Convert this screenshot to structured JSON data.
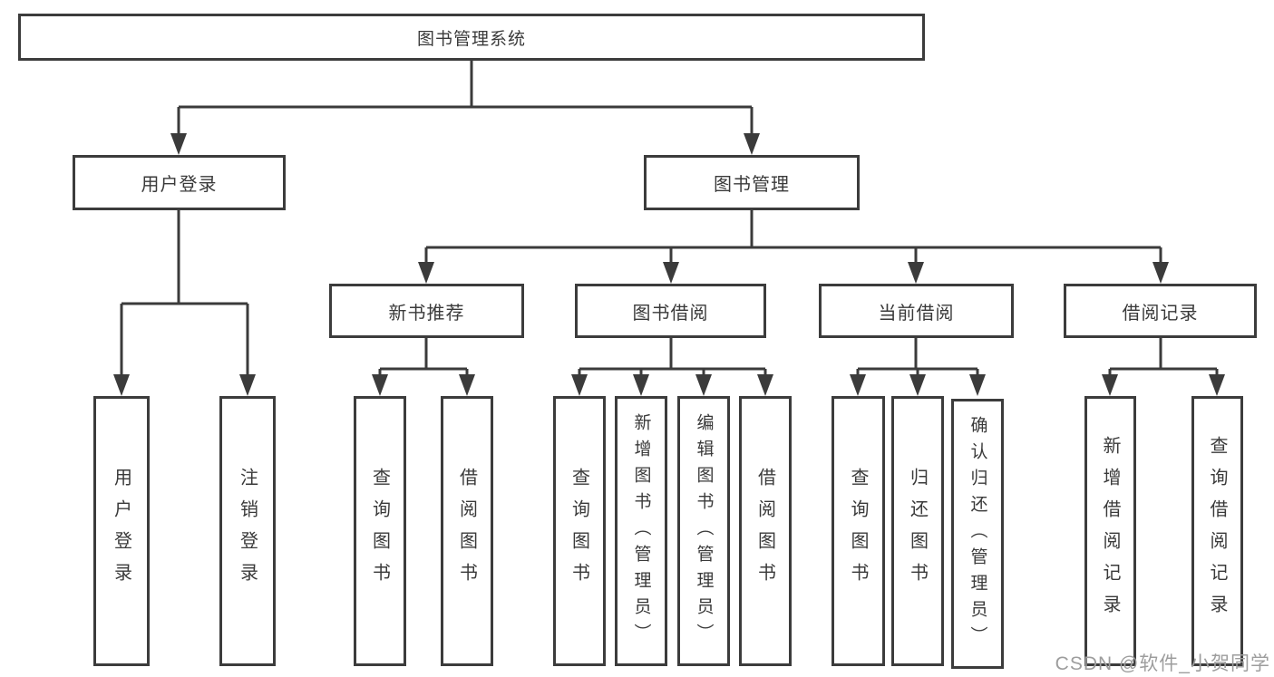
{
  "colors": {
    "line": "#3b3b3b",
    "box_border": "#3c3c3c",
    "text": "#3a3a3a",
    "box_background": "#ffffff",
    "watermark": "#9d9d9d"
  },
  "watermark": "CSDN @软件_小贺同学",
  "nodes": {
    "root": "图书管理系统",
    "user_login": "用户登录",
    "book_management": "图书管理",
    "new_book_recommend": "新书推荐",
    "book_borrow": "图书借阅",
    "current_borrow": "当前借阅",
    "borrow_record": "借阅记录",
    "leaf_user_login": "用户登录",
    "leaf_logout": "注销登录",
    "leaf_query_book_a": "查询图书",
    "leaf_borrow_book_a": "借阅图书",
    "leaf_query_book_b": "查询图书",
    "leaf_add_book_admin": "新增图书（管理员）",
    "leaf_edit_book_admin": "编辑图书（管理员）",
    "leaf_borrow_book_b": "借阅图书",
    "leaf_query_book_c": "查询图书",
    "leaf_return_book": "归还图书",
    "leaf_confirm_return_admin": "确认归还（管理员）",
    "leaf_add_borrow_record": "新增借阅记录",
    "leaf_query_borrow_record": "查询借阅记录"
  },
  "hierarchy": {
    "图书管理系统": {
      "用户登录": [
        "用户登录",
        "注销登录"
      ],
      "图书管理": {
        "新书推荐": [
          "查询图书",
          "借阅图书"
        ],
        "图书借阅": [
          "查询图书",
          "新增图书（管理员）",
          "编辑图书（管理员）",
          "借阅图书"
        ],
        "当前借阅": [
          "查询图书",
          "归还图书",
          "确认归还（管理员）"
        ],
        "借阅记录": [
          "新增借阅记录",
          "查询借阅记录"
        ]
      }
    }
  }
}
